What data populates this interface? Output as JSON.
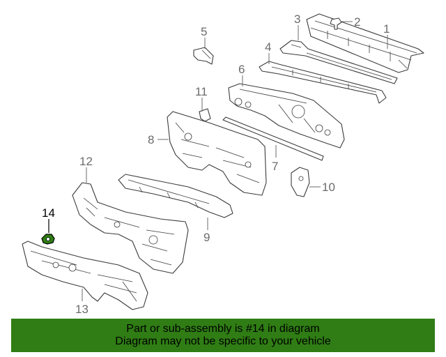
{
  "callouts": [
    {
      "id": "1",
      "label": "1"
    },
    {
      "id": "2",
      "label": "2"
    },
    {
      "id": "3",
      "label": "3"
    },
    {
      "id": "4",
      "label": "4"
    },
    {
      "id": "5",
      "label": "5"
    },
    {
      "id": "6",
      "label": "6"
    },
    {
      "id": "7",
      "label": "7"
    },
    {
      "id": "8",
      "label": "8"
    },
    {
      "id": "9",
      "label": "9"
    },
    {
      "id": "10",
      "label": "10"
    },
    {
      "id": "11",
      "label": "11"
    },
    {
      "id": "12",
      "label": "12"
    },
    {
      "id": "13",
      "label": "13"
    },
    {
      "id": "14",
      "label": "14"
    }
  ],
  "highlighted_part": "14",
  "highlight_color": "#2f7d14",
  "banner": {
    "line1": "Part or sub-assembly is #14 in diagram",
    "line2": "Diagram may not be specific to your vehicle",
    "background": "#2f7d14"
  }
}
